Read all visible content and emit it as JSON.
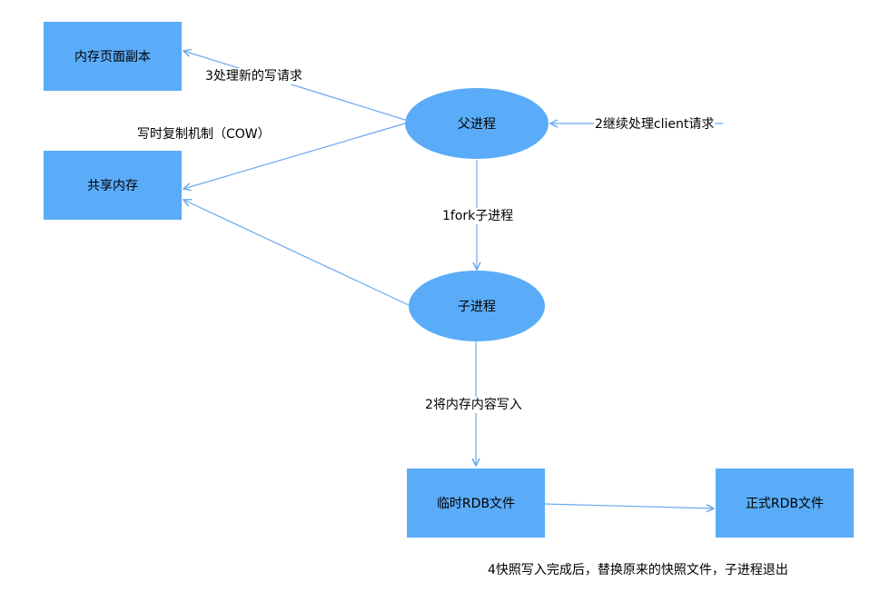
{
  "colors": {
    "node_fill": "#5aacf8",
    "arrow": "#6aa9f0"
  },
  "nodes": {
    "memory_page_copy": "内存页面副本",
    "shared_memory": "共享内存",
    "parent_process": "父进程",
    "child_process": "子进程",
    "temp_rdb": "临时RDB文件",
    "final_rdb": "正式RDB文件"
  },
  "labels": {
    "write_request": "3处理新的写请求",
    "cow": "写时复制机制（COW）",
    "client_requests": "2继续处理client请求",
    "fork": "1fork子进程",
    "write_memory": "2将内存内容写入",
    "replace": "4快照写入完成后，替换原来的快照文件，子进程退出"
  }
}
